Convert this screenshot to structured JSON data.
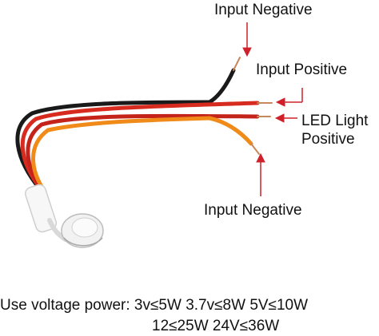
{
  "labels": {
    "input_negative_top": "Input Negative",
    "input_positive": "Input Positive",
    "led_light_positive_line1": "LED Light",
    "led_light_positive_line2": "Positive",
    "input_negative_bottom": "Input Negative"
  },
  "specs": {
    "line1": "Use voltage power: 3v≤5W 3.7v≤8W 5V≤10W",
    "line2": "12≤25W 24V≤36W"
  },
  "colors": {
    "arrow": "#d0202a",
    "wire_black": "#1a1a1a",
    "wire_red": "#d72b1f",
    "wire_orange": "#f08a18",
    "copper": "#c8885a",
    "sensor": "#f2f2f2"
  },
  "icons": [
    "sensor-module",
    "arrow-down",
    "arrow-left",
    "arrow-up"
  ]
}
